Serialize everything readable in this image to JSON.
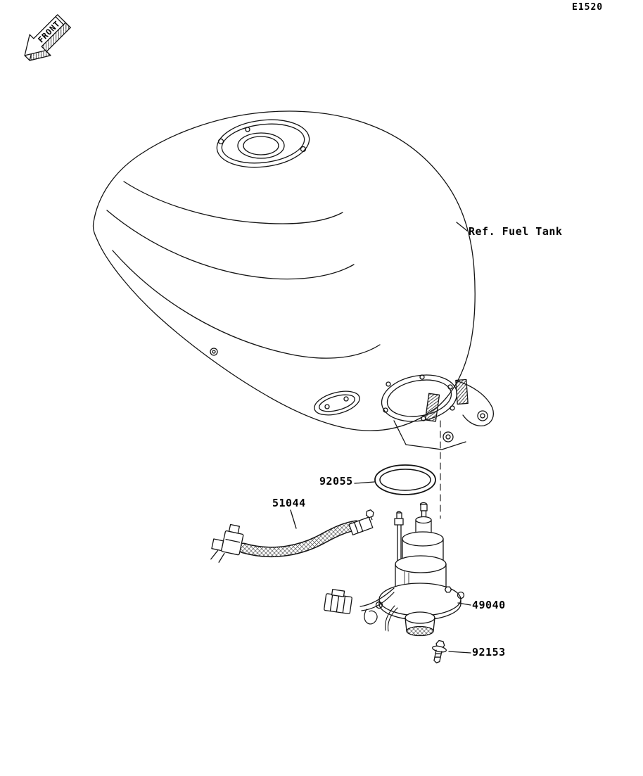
{
  "diagram": {
    "code": "E1520",
    "front_marker": "FRONT",
    "reference_label": "Ref. Fuel Tank"
  },
  "parts": [
    {
      "number": "92055"
    },
    {
      "number": "51044"
    },
    {
      "number": "49040"
    },
    {
      "number": "92153"
    }
  ]
}
